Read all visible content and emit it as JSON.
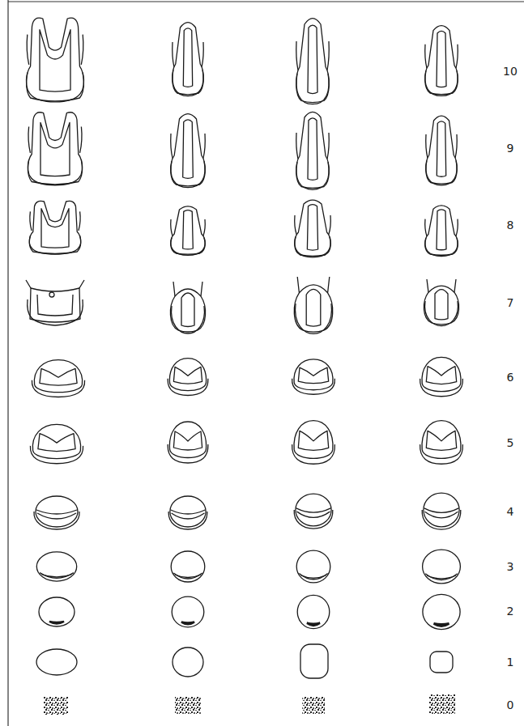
{
  "diagram": {
    "labels": [
      "10",
      "9",
      "8",
      "7",
      "6",
      "5",
      "4",
      "3",
      "2",
      "1",
      "0"
    ]
  }
}
